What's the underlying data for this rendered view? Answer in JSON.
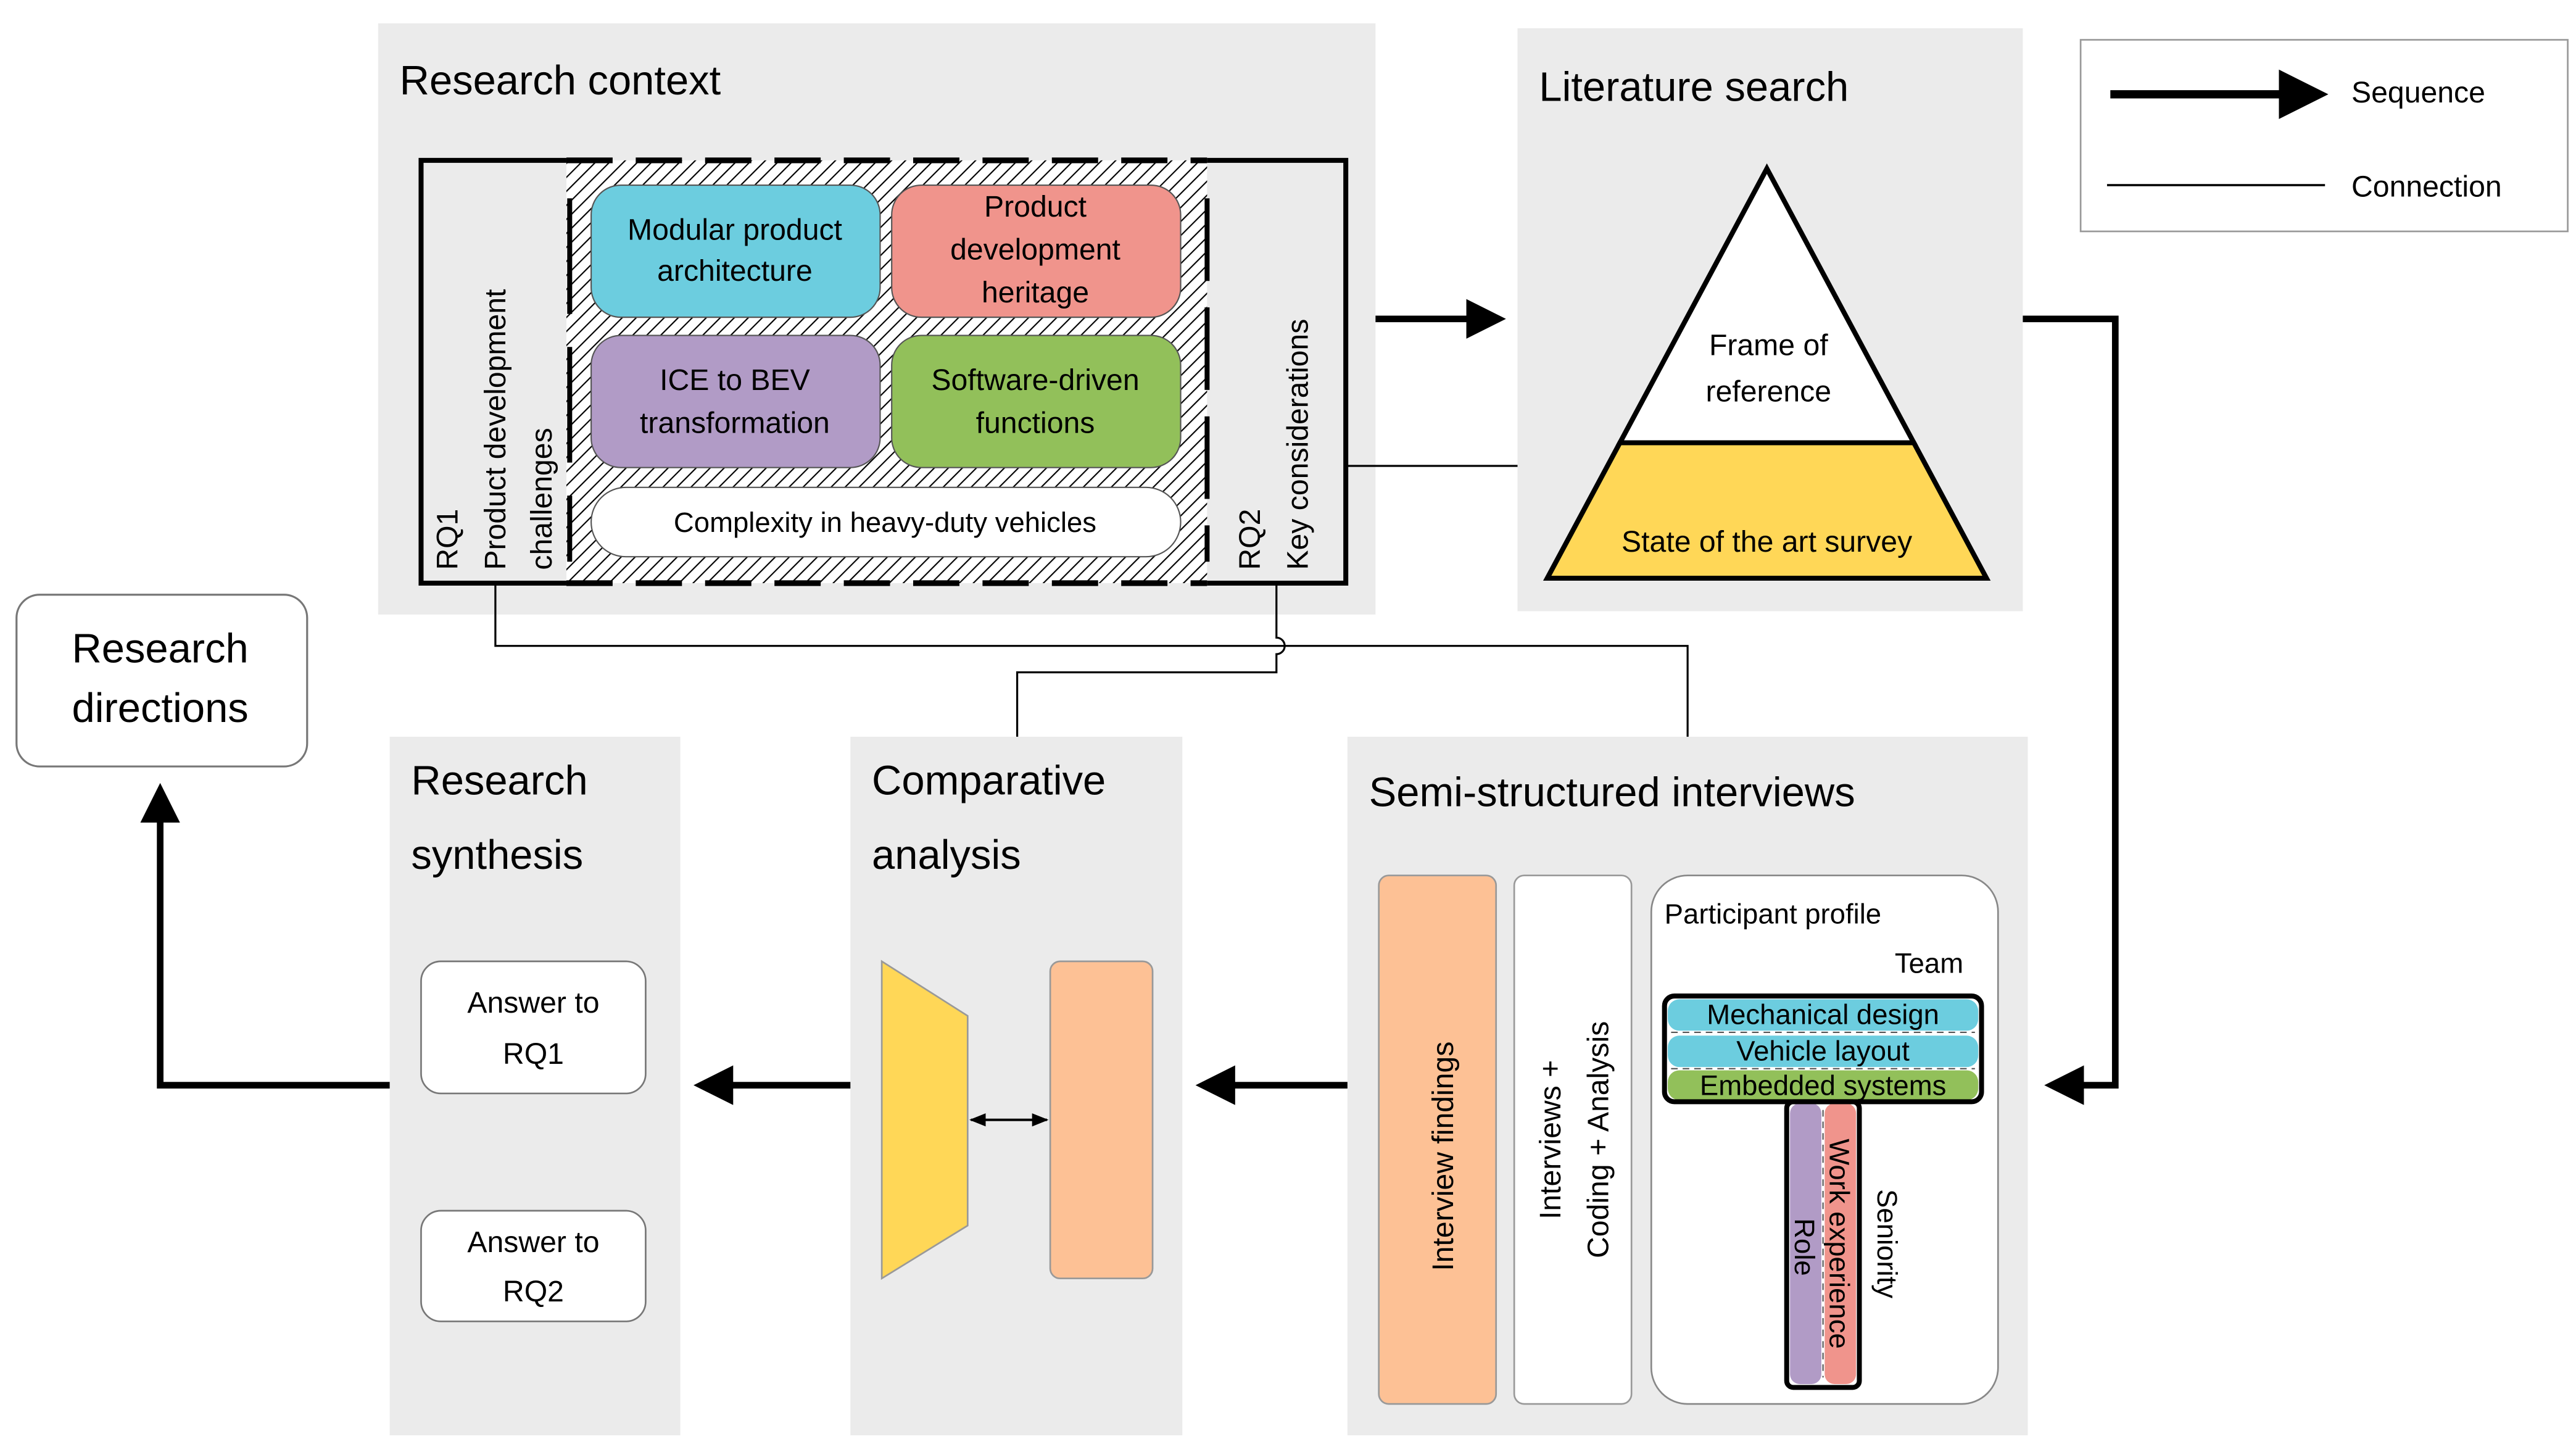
{
  "research_context": {
    "title": "Research context",
    "rq1": {
      "id": "RQ1",
      "line1": "Product development",
      "line2": "challenges"
    },
    "rq2": {
      "id": "RQ2",
      "line1": "Key considerations"
    },
    "topics": [
      {
        "lines": [
          "Modular product",
          "architecture"
        ],
        "color": "#6ccddf"
      },
      {
        "lines": [
          "Product",
          "development",
          "heritage"
        ],
        "color": "#f0948c"
      },
      {
        "lines": [
          "ICE to BEV",
          "transformation"
        ],
        "color": "#b19bc6"
      },
      {
        "lines": [
          "Software-driven",
          "functions"
        ],
        "color": "#92c05a"
      }
    ],
    "complexity": "Complexity in heavy-duty vehicles"
  },
  "literature_search": {
    "title": "Literature search",
    "top": [
      "Frame of",
      "reference"
    ],
    "bottom": "State of the art survey",
    "bottom_color": "#ffd757"
  },
  "legend": {
    "sequence": "Sequence",
    "connection": "Connection"
  },
  "research_directions": [
    "Research",
    "directions"
  ],
  "research_synthesis": {
    "title": [
      "Research",
      "synthesis"
    ],
    "answer1": [
      "Answer to",
      "RQ1"
    ],
    "answer2": [
      "Answer to",
      "RQ2"
    ]
  },
  "comparative_analysis": {
    "title": [
      "Comparative",
      "analysis"
    ]
  },
  "interviews": {
    "title": "Semi-structured interviews",
    "findings": "Interview findings",
    "method": [
      "Interviews +",
      "Coding + Analysis"
    ],
    "profile": {
      "title": "Participant profile",
      "team_label": "Team",
      "teams": [
        "Mechanical design",
        "Vehicle layout",
        "Embedded systems"
      ],
      "role": "Role",
      "work_experience": "Work experience",
      "seniority": "Seniority"
    }
  },
  "colors": {
    "panel": "#ebebeb",
    "cyan": "#6ccddf",
    "pink": "#f0948c",
    "purple": "#b19bc6",
    "green": "#92c05a",
    "yellow": "#ffd757",
    "orange": "#fdc195"
  }
}
